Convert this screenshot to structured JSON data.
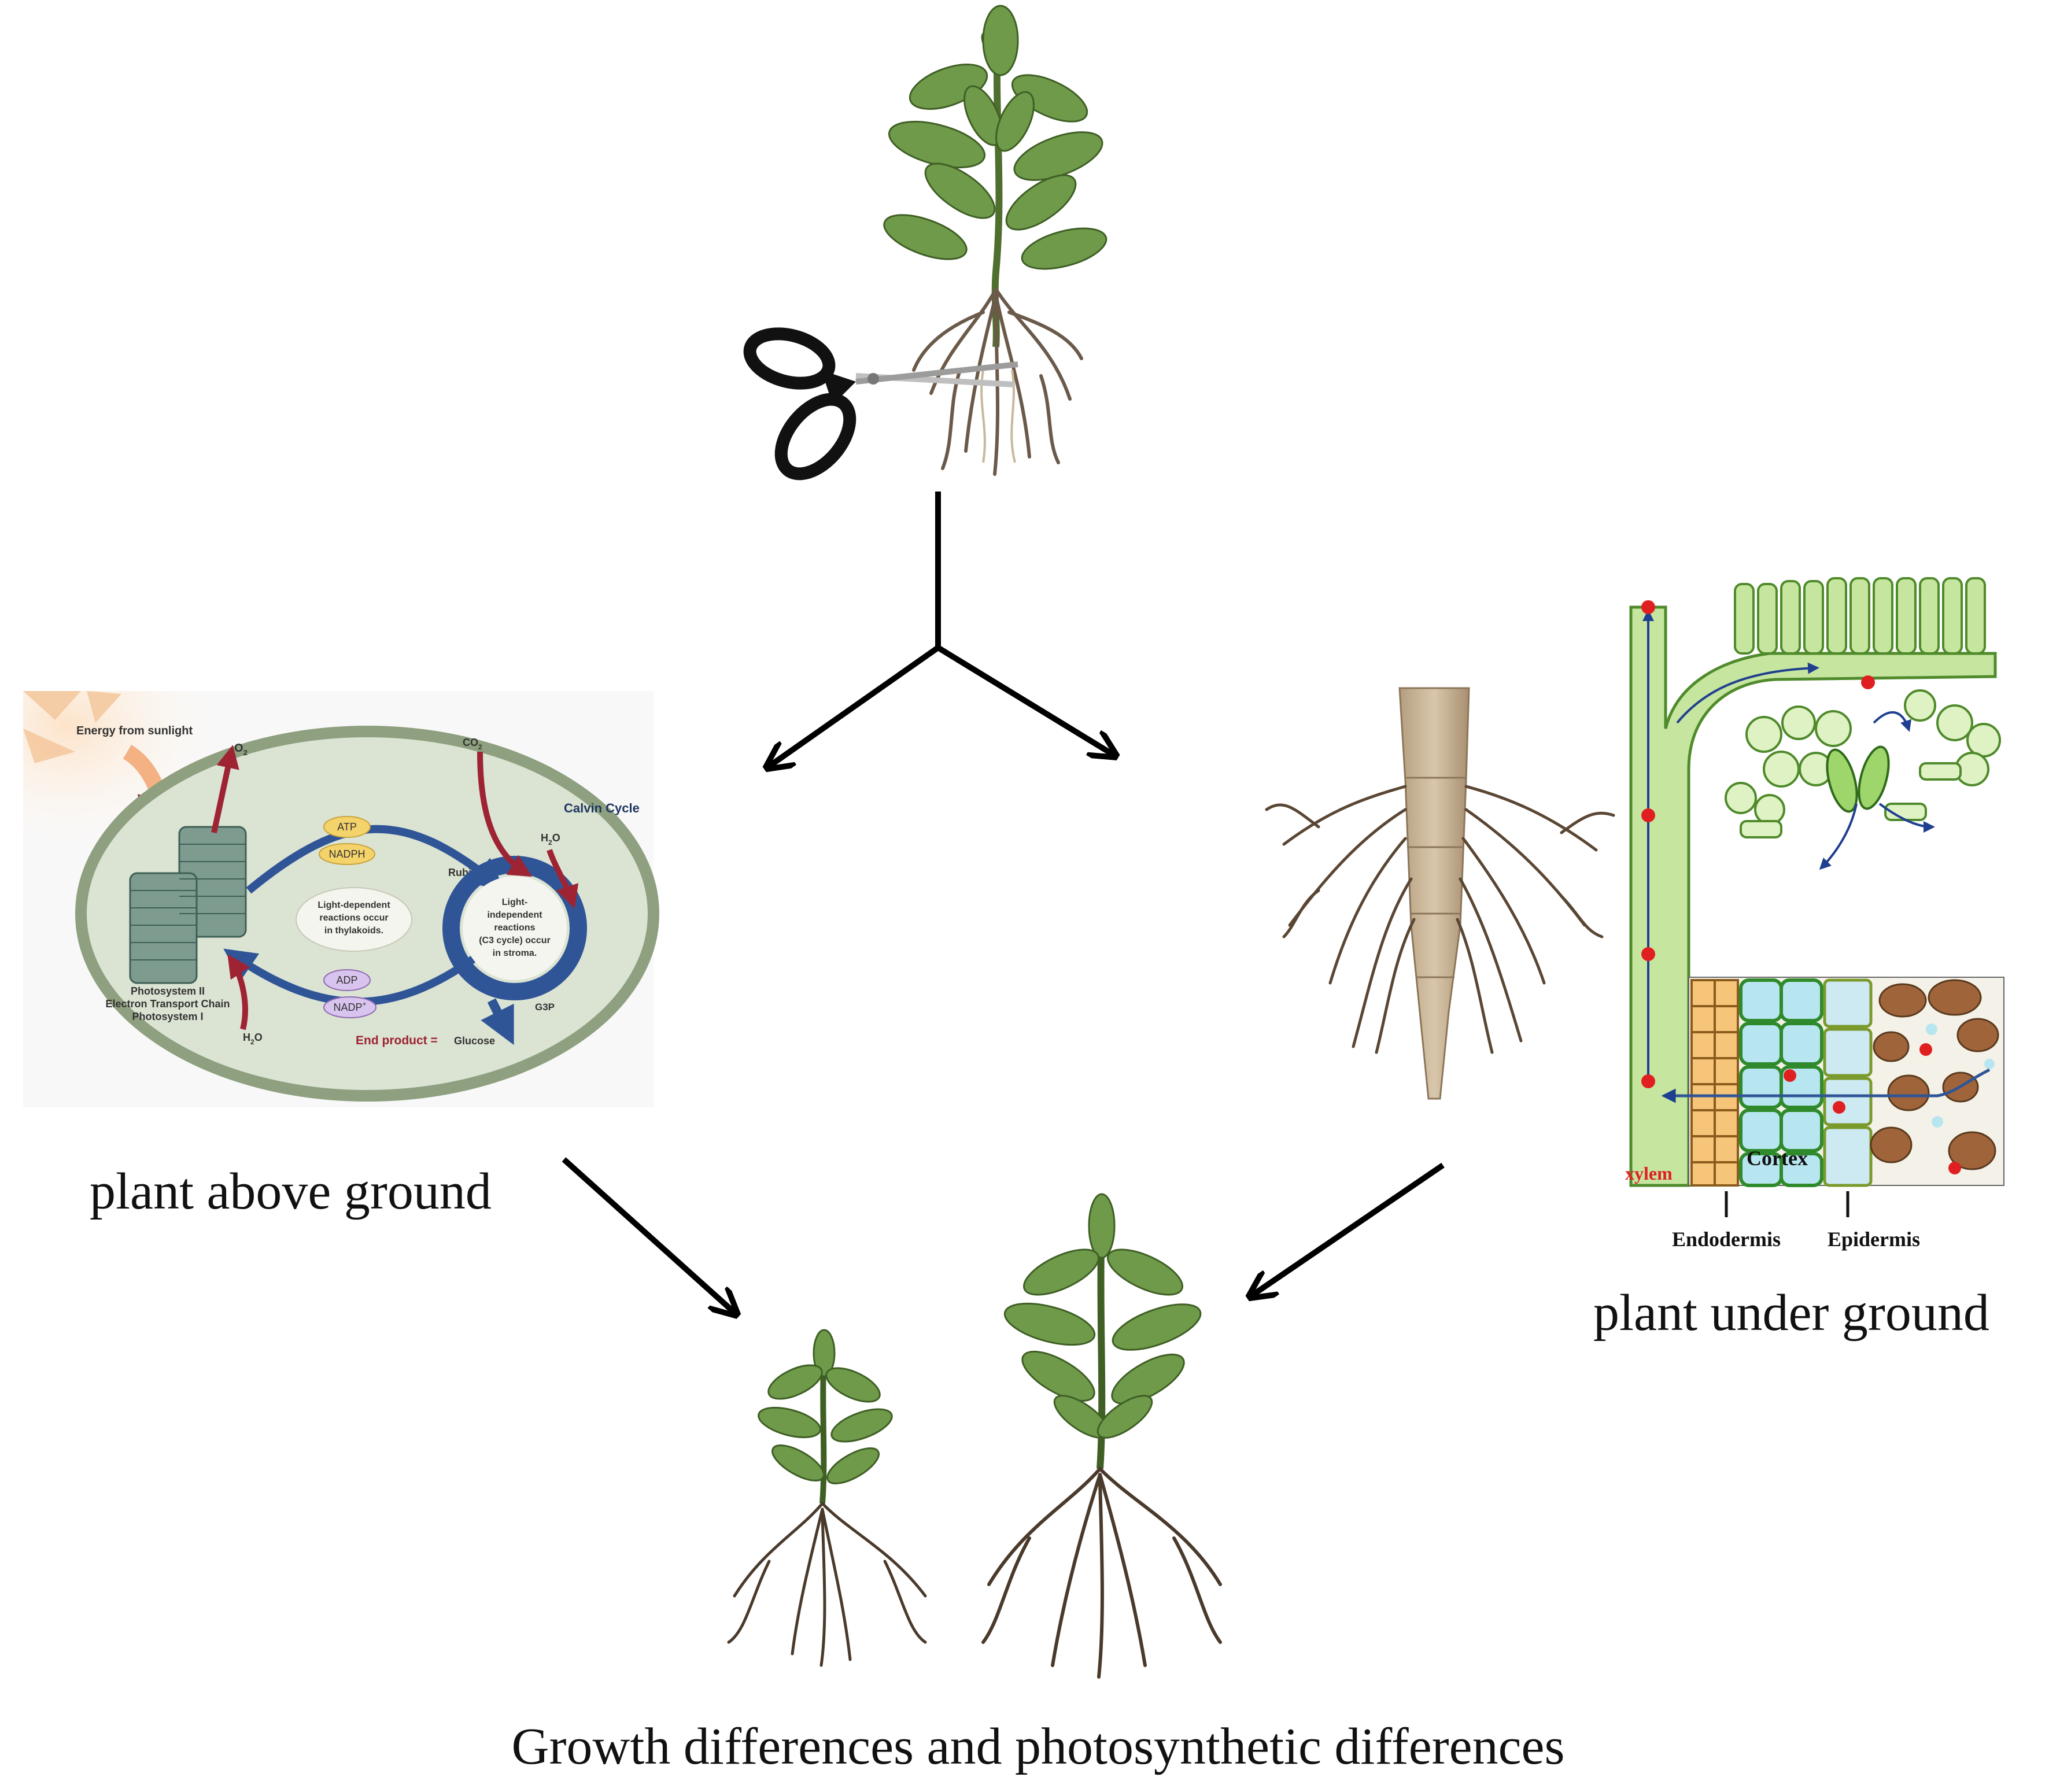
{
  "captions": {
    "above_ground": "plant above ground",
    "under_ground": "plant under ground",
    "bottom": "Growth differences and photosynthetic differences"
  },
  "photosynthesis": {
    "energy": "Energy from sunlight",
    "o2": "O",
    "o2_sub": "2",
    "co2": "CO",
    "co2_sub": "2",
    "calvin": "Calvin Cycle",
    "h2o_top": "H",
    "h2o_top_sub": "2",
    "h2o_top_end": "O",
    "atp": "ATP",
    "nadph": "NADPH",
    "adp": "ADP",
    "nadp": "NADP",
    "nadp_sup": "+",
    "rubisco": "Rubisco",
    "light_dep_1": "Light-dependent",
    "light_dep_2": "reactions occur",
    "light_dep_3": "in thylakoids.",
    "light_ind_1": "Light-",
    "light_ind_2": "independent",
    "light_ind_3": "reactions",
    "light_ind_4": "(C3 cycle) occur",
    "light_ind_5": "in stroma.",
    "ps2": "Photosystem II",
    "etc": "Electron Transport Chain",
    "ps1": "Photosystem I",
    "h2o_bot": "H",
    "h2o_bot_sub": "2",
    "h2o_bot_end": "O",
    "g3p": "G3P",
    "end_product": "End product =",
    "glucose": "Glucose"
  },
  "root_anatomy": {
    "xylem": "xylem",
    "cortex": "Cortex",
    "endodermis": "Endodermis",
    "epidermis": "Epidermis"
  },
  "colors": {
    "leaf": "#6f9a4a",
    "stem": "#4f6f2e",
    "root": "#6b5a4a",
    "chloroplast_fill": "#dbe3d3",
    "chloroplast_edge": "#8ea07f",
    "cycle_arrow": "#2f5597",
    "red_arrow": "#9e2333",
    "sun": "#f4b183",
    "root_cap": "#c8b59a",
    "cell_green": "#9fd66b",
    "xylem_red": "#e02020"
  }
}
